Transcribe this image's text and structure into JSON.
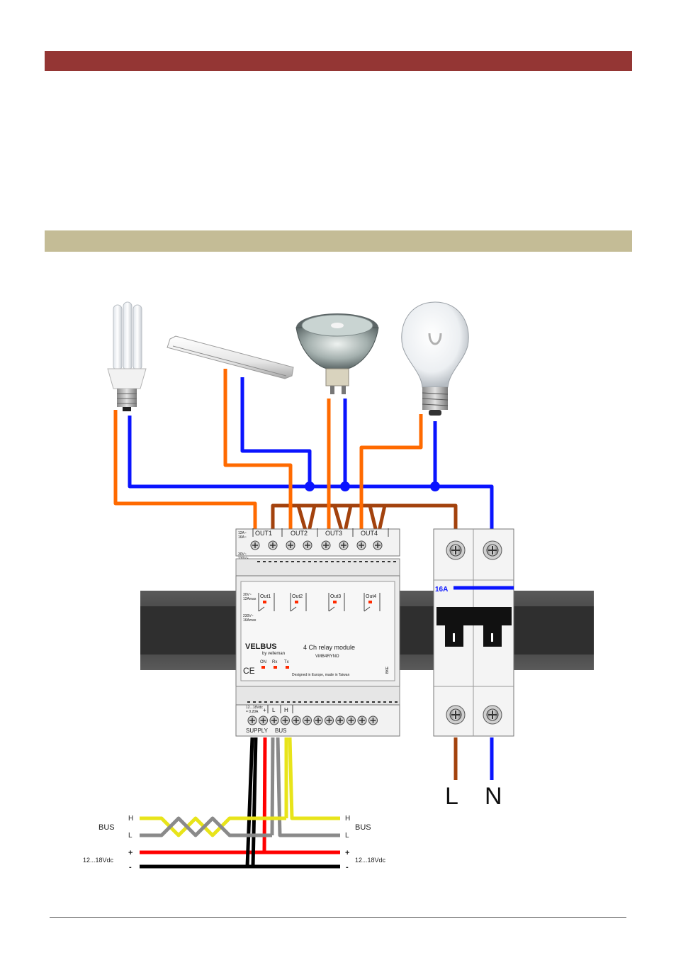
{
  "module": {
    "outputs": [
      "OUT1",
      "OUT2",
      "OUT3",
      "OUT4"
    ],
    "front_outputs": [
      "Out1",
      "Out2",
      "Out3",
      "Out4"
    ],
    "rating_top": "12A~\n16A~",
    "voltage_top": "30V~\n230V~",
    "rating_front_1": "30V~\n12Amax",
    "rating_front_2": "230V~\n16Amax",
    "brand": "VELBUS",
    "maker": "by velleman",
    "title": "4 Ch relay module",
    "model": "VMB4RYNO",
    "leds": [
      "ON",
      "Rx",
      "Tx"
    ],
    "made_in": "Designed in Europe, made in Taiwan",
    "side_mark": "BKE",
    "ce_mark": "CE",
    "bottom_rating": "12...18Vdc\n= 0.20A",
    "bottom_terminals": [
      "+",
      "L",
      "H"
    ],
    "supply_label": "SUPPLY",
    "bus_label": "BUS"
  },
  "breaker": {
    "rating": "16A"
  },
  "mains": {
    "line": "L",
    "neutral": "N"
  },
  "bus_wires": {
    "left_label": "BUS",
    "right_label": "BUS",
    "h": "H",
    "l": "L",
    "plus": "+",
    "minus": "-",
    "left_supply": "12...18Vdc",
    "right_supply": "12...18Vdc"
  },
  "colors": {
    "header_bar": "#943634",
    "section_bar": "#c4bc96",
    "line_orange": "#ff6a00",
    "neutral_blue": "#0a14ff",
    "live_brown": "#a3420d",
    "bus_yellow": "#e8e41a",
    "bus_gray": "#8a8a8a",
    "supply_red": "#ff0000",
    "supply_black": "#000000"
  },
  "loads": [
    "cfl-lamp-icon",
    "fluorescent-tube-icon",
    "halogen-spot-icon",
    "incandescent-bulb-icon"
  ]
}
